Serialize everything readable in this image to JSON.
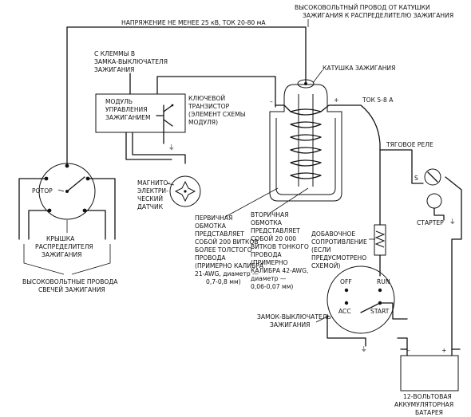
{
  "labels": {
    "hv_lead_top": [
      "ВЫСОКОВОЛЬТНЫЙ ПРОВОД ОТ КАТУШКИ",
      "ЗАЖИГАНИЯ К РАСПРЕДЕЛИТЕЛЮ ЗАЖИГАНИЯ"
    ],
    "voltage": "НАПРЯЖЕНИЕ НЕ МЕНЕЕ 25 кВ, ТОК 20-80 мА",
    "from_terminal": [
      "С КЛЕММЫ В",
      "ЗАМКА-ВЫКЛЮЧАТЕЛЯ",
      "ЗАЖИГАНИЯ"
    ],
    "module": [
      "МОДУЛЬ",
      "УПРАВЛЕНИЯ",
      "ЗАЖИГАНИЕМ"
    ],
    "transistor": [
      "КЛЮЧЕВОЙ",
      "ТРАНЗИСТОР",
      "(ЭЛЕМЕНТ СХЕМЫ",
      "МОДУЛЯ)"
    ],
    "coil": "КАТУШКА ЗАЖИГАНИЯ",
    "current": "ТОК 5-8 А",
    "minus": "–",
    "plus": "+",
    "traction_relay": "ТЯГОВОЕ РЕЛЕ",
    "relay_s": "S",
    "starter": "СТАРТЕР",
    "rotor": "РОТОР",
    "sensor": [
      "МАГНИТО-",
      "ЭЛЕКТРИ-",
      "ЧЕСКИЙ",
      "ДАТЧИК"
    ],
    "primary": [
      "ПЕРВИЧНАЯ",
      "ОБМОТКА",
      "ПРЕДСТАВЛЯЕТ",
      "СОБОЙ 200 ВИТКОВ",
      "БОЛЕЕ ТОЛСТОГО",
      "ПРОВОДА",
      "(ПРИМЕРНО КАЛИБРА",
      "21-AWG, диаметр —",
      "0,7-0,8 мм)"
    ],
    "secondary": [
      "ВТОРИЧНАЯ",
      "ОБМОТКА",
      "ПРЕДСТАВЛЯЕТ",
      "СОБОЙ 20 000",
      "ВИТКОВ ТОНКОГО",
      "ПРОВОДА",
      "(ПРИМЕРНО",
      "КАЛИБРА 42-AWG,",
      "диаметр —",
      "0,06-0,07 мм)"
    ],
    "resistor": [
      "ДОБАВОЧНОЕ",
      "СОПРОТИВЛЕНИЕ",
      "(ЕСЛИ",
      "ПРЕДУСМОТРЕНО",
      "СХЕМОЙ)"
    ],
    "distributor_cap": [
      "КРЫШКА",
      "РАСПРЕДЕЛИТЕЛЯ",
      "ЗАЖИГАНИЯ"
    ],
    "spark_plug_leads": [
      "ВЫСОКОВОЛЬТНЫЕ ПРОВОДА",
      "СВЕЧЕЙ ЗАЖИГАНИЯ"
    ],
    "switch_off": "OFF",
    "switch_run": "RUN",
    "switch_acc": "ACC",
    "switch_start": "START",
    "ignition_switch": [
      "ЗАМОК-ВЫКЛЮЧАТЕЛЬ",
      "ЗАЖИГАНИЯ"
    ],
    "battery": [
      "12-ВОЛЬТОВАЯ",
      "АККУМУЛЯТОРНАЯ",
      "БАТАРЕЯ"
    ],
    "battery_minus": "–",
    "battery_plus": "+",
    "ground": "⏚"
  }
}
